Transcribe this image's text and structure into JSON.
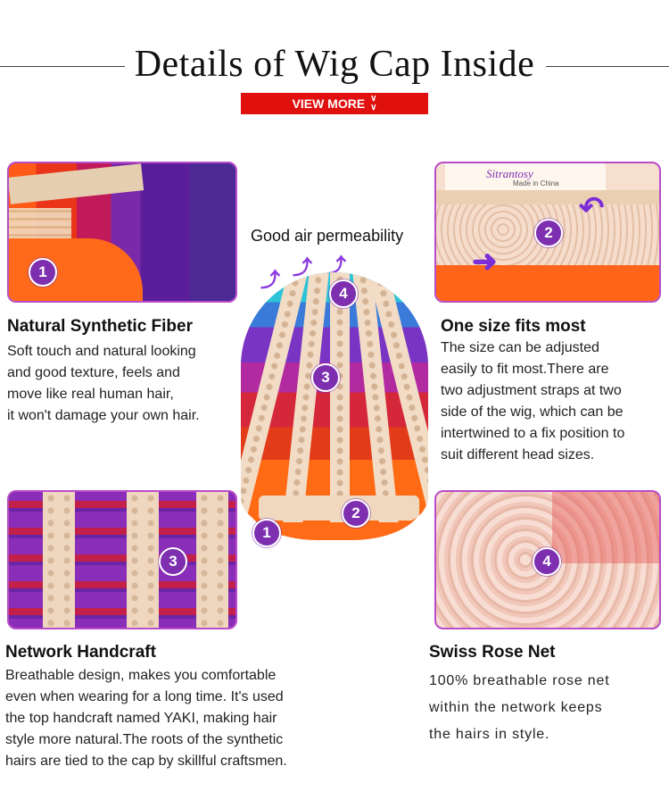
{
  "header": {
    "title": "Details of Wig Cap Inside",
    "view_more": "VIEW MORE",
    "view_more_icon": "double-chevron-down"
  },
  "center": {
    "air_label": "Good air permeability",
    "badges": [
      "4",
      "3",
      "2",
      "1"
    ]
  },
  "panels": {
    "fiber": {
      "badge": "1",
      "heading": "Natural Synthetic Fiber",
      "text": "Soft touch and natural looking\nand good texture, feels and\nmove like real human hair,\nit won't damage your own hair."
    },
    "size": {
      "badge": "2",
      "label_brand": "Sitrantosy",
      "label_sub": "Made in China",
      "heading": "One size fits most",
      "text": "The size can be adjusted\neasily to fit most.There are\ntwo adjustment straps at two\nside of the wig, which can be\nintertwined to a fix position to\nsuit different head sizes."
    },
    "network": {
      "badge": "3",
      "heading": "Network Handcraft",
      "text": "Breathable design, makes you comfortable\neven when wearing for a long time. It's used\nthe top handcraft named YAKI, making hair\nstyle more natural.The roots of the synthetic\nhairs are tied to the cap by skillful craftsmen."
    },
    "rose": {
      "badge": "4",
      "heading": "Swiss Rose Net",
      "text": "100% breathable rose net\nwithin the network keeps\nthe hairs in style."
    }
  },
  "colors": {
    "accent_red": "#e0100e",
    "badge_purple": "#7d2fb0",
    "panel_border": "#b94cc8"
  }
}
